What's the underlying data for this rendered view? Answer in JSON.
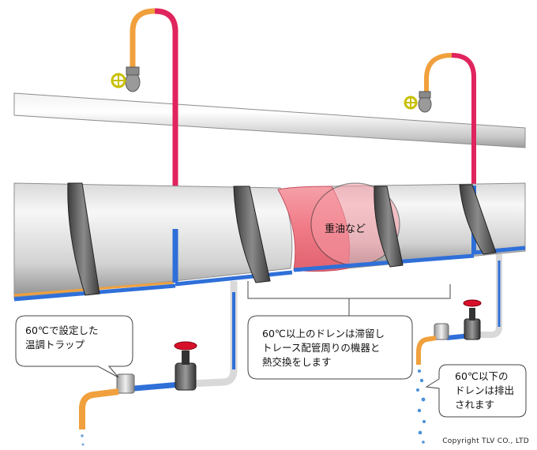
{
  "labels": {
    "fluid": "重油など",
    "trap_note": [
      "60℃で設定した",
      "温調トラップ"
    ],
    "heat_exchange_note": [
      "60℃以上のドレンは滞留し",
      "トレース配管周りの機器と",
      "熱交換をします"
    ],
    "discharge_note": [
      "60℃以下の",
      "ドレンは排出",
      "されます"
    ]
  },
  "copyright": "Copyright TLV CO., LTD",
  "colors": {
    "hot_steam_pipe": "#e0245e",
    "warm_pipe": "#f0a03c",
    "cool_condensate_pipe": "#2f6fd8",
    "fluid_cutaway": "#f07a86",
    "valve_handwheel": "#d8d000",
    "globe_valve_wheel": "#d8102a",
    "main_pipe": "#e6e6e6"
  }
}
